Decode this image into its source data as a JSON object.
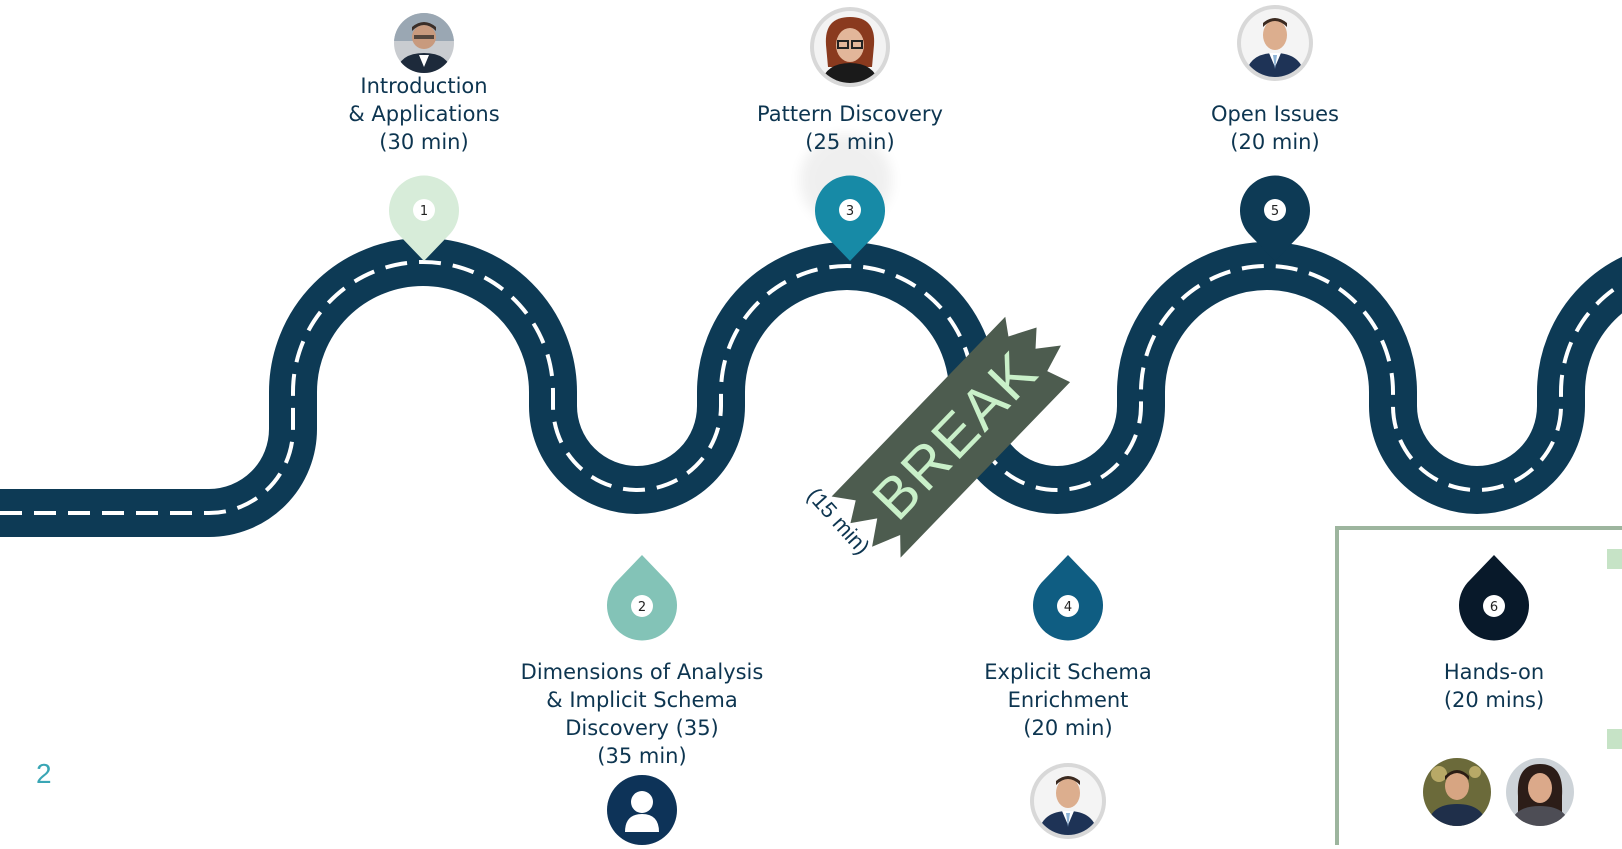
{
  "colors": {
    "road": "#0d3a55",
    "dash": "#ffffff",
    "pin1": "#d7ecd9",
    "pin2": "#83c3b7",
    "pin3": "#178aa6",
    "pin4": "#0f5d82",
    "pin5": "#0d3a55",
    "pin6": "#08192a",
    "break_shape": "#4d5c4f",
    "break_text": "#c9f0c9"
  },
  "steps": [
    {
      "number": "1",
      "title": "Introduction\n& Applications\n(30 min)",
      "presenter": "avatar-man-glasses"
    },
    {
      "number": "2",
      "title": "Dimensions of Analysis\n& Implicit Schema\nDiscovery (35)\n(35 min)",
      "presenter": "person-placeholder-icon"
    },
    {
      "number": "3",
      "title": "Pattern Discovery\n(25 min)",
      "presenter": "avatar-woman-glasses"
    },
    {
      "number": "4",
      "title": "Explicit Schema\nEnrichment\n(20 min)",
      "presenter": "avatar-man-suit"
    },
    {
      "number": "5",
      "title": "Open Issues\n(20 min)",
      "presenter": "avatar-man-suit"
    },
    {
      "number": "6",
      "title": "Hands-on\n(20 mins)",
      "presenter": "avatar-pair"
    }
  ],
  "break": {
    "label": "BREAK",
    "duration": "(15 min)"
  },
  "slide_number": "2"
}
